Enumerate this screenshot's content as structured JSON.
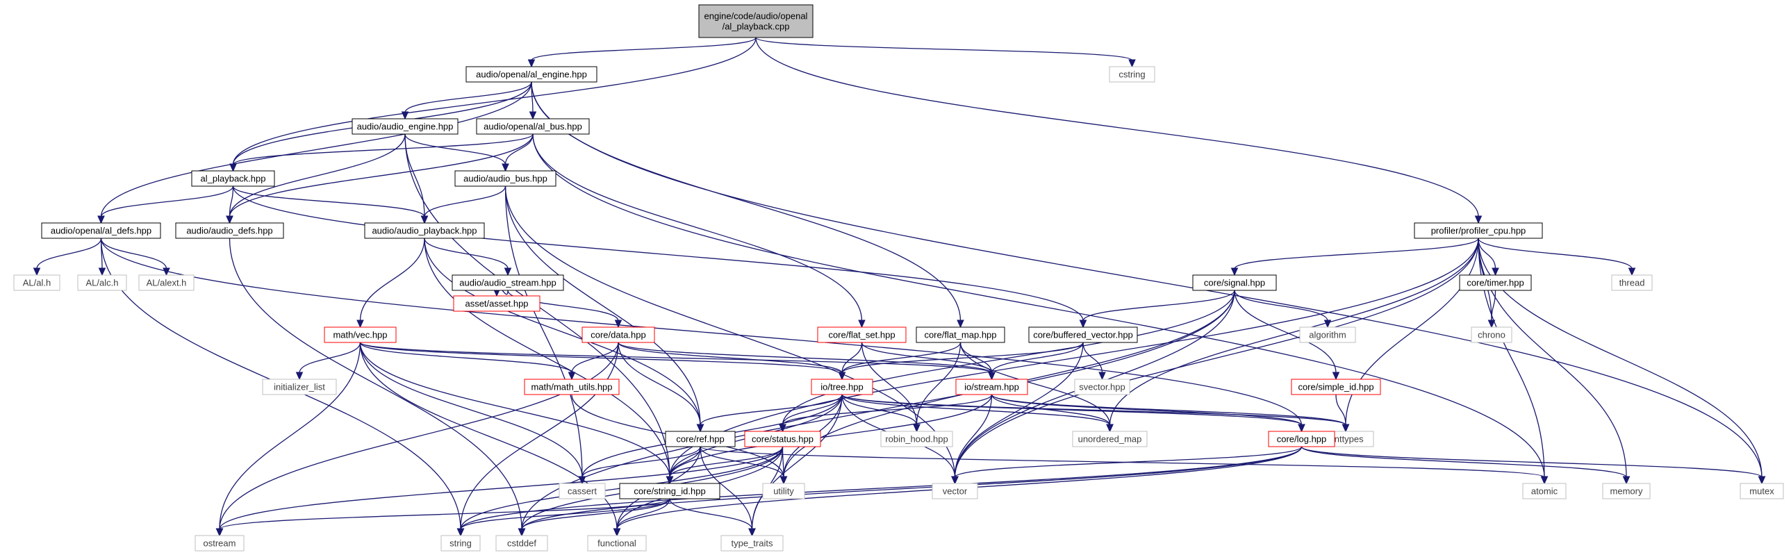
{
  "colors": {
    "edge": "#191970",
    "local_border": "#000000",
    "truncated_border": "#ff0000",
    "external_border": "#bfbfbf",
    "root_fill": "#bfbfbf",
    "background": "#ffffff"
  },
  "nodes": [
    {
      "id": "root",
      "lines": [
        "engine/code/audio/openal",
        "/al_playback.cpp"
      ],
      "kind": "root"
    },
    {
      "id": "al_engine",
      "lines": [
        "audio/openal/al_engine.hpp"
      ],
      "kind": "local"
    },
    {
      "id": "cstring",
      "lines": [
        "cstring"
      ],
      "kind": "ext"
    },
    {
      "id": "audio_engine",
      "lines": [
        "audio/audio_engine.hpp"
      ],
      "kind": "local"
    },
    {
      "id": "al_bus",
      "lines": [
        "audio/openal/al_bus.hpp"
      ],
      "kind": "local"
    },
    {
      "id": "al_playback_hpp",
      "lines": [
        "al_playback.hpp"
      ],
      "kind": "local"
    },
    {
      "id": "audio_bus",
      "lines": [
        "audio/audio_bus.hpp"
      ],
      "kind": "local"
    },
    {
      "id": "al_defs",
      "lines": [
        "audio/openal/al_defs.hpp"
      ],
      "kind": "local"
    },
    {
      "id": "audio_defs",
      "lines": [
        "audio/audio_defs.hpp"
      ],
      "kind": "local"
    },
    {
      "id": "audio_playback",
      "lines": [
        "audio/audio_playback.hpp"
      ],
      "kind": "local"
    },
    {
      "id": "profiler_cpu",
      "lines": [
        "profiler/profiler_cpu.hpp"
      ],
      "kind": "local"
    },
    {
      "id": "al_h",
      "lines": [
        "AL/al.h"
      ],
      "kind": "ext"
    },
    {
      "id": "alc_h",
      "lines": [
        "AL/alc.h"
      ],
      "kind": "ext"
    },
    {
      "id": "alext_h",
      "lines": [
        "AL/alext.h"
      ],
      "kind": "ext"
    },
    {
      "id": "audio_stream",
      "lines": [
        "audio/audio_stream.hpp"
      ],
      "kind": "local"
    },
    {
      "id": "signal",
      "lines": [
        "core/signal.hpp"
      ],
      "kind": "local"
    },
    {
      "id": "timer",
      "lines": [
        "core/timer.hpp"
      ],
      "kind": "local"
    },
    {
      "id": "thread",
      "lines": [
        "thread"
      ],
      "kind": "ext"
    },
    {
      "id": "asset",
      "lines": [
        "asset/asset.hpp"
      ],
      "kind": "trunc"
    },
    {
      "id": "algorithm",
      "lines": [
        "algorithm"
      ],
      "kind": "ext"
    },
    {
      "id": "chrono",
      "lines": [
        "chrono"
      ],
      "kind": "ext"
    },
    {
      "id": "vec",
      "lines": [
        "math/vec.hpp"
      ],
      "kind": "trunc"
    },
    {
      "id": "data",
      "lines": [
        "core/data.hpp"
      ],
      "kind": "trunc"
    },
    {
      "id": "flat_set",
      "lines": [
        "core/flat_set.hpp"
      ],
      "kind": "trunc"
    },
    {
      "id": "flat_map",
      "lines": [
        "core/flat_map.hpp"
      ],
      "kind": "local"
    },
    {
      "id": "buffered_vector",
      "lines": [
        "core/buffered_vector.hpp"
      ],
      "kind": "local"
    },
    {
      "id": "initializer_list",
      "lines": [
        "initializer_list"
      ],
      "kind": "ext"
    },
    {
      "id": "math_utils",
      "lines": [
        "math/math_utils.hpp"
      ],
      "kind": "trunc"
    },
    {
      "id": "io_tree",
      "lines": [
        "io/tree.hpp"
      ],
      "kind": "trunc"
    },
    {
      "id": "io_stream",
      "lines": [
        "io/stream.hpp"
      ],
      "kind": "trunc"
    },
    {
      "id": "svector",
      "lines": [
        "svector.hpp"
      ],
      "kind": "ext"
    },
    {
      "id": "simple_id",
      "lines": [
        "core/simple_id.hpp"
      ],
      "kind": "trunc"
    },
    {
      "id": "robin_hood",
      "lines": [
        "robin_hood.hpp"
      ],
      "kind": "ext"
    },
    {
      "id": "unordered_map",
      "lines": [
        "unordered_map"
      ],
      "kind": "ext"
    },
    {
      "id": "cinttypes",
      "lines": [
        "cinttypes"
      ],
      "kind": "ext"
    },
    {
      "id": "core_ref",
      "lines": [
        "core/ref.hpp"
      ],
      "kind": "local"
    },
    {
      "id": "core_status",
      "lines": [
        "core/status.hpp"
      ],
      "kind": "trunc"
    },
    {
      "id": "core_log",
      "lines": [
        "core/log.hpp"
      ],
      "kind": "trunc"
    },
    {
      "id": "cassert",
      "lines": [
        "cassert"
      ],
      "kind": "ext"
    },
    {
      "id": "string_id",
      "lines": [
        "core/string_id.hpp"
      ],
      "kind": "local"
    },
    {
      "id": "utility",
      "lines": [
        "utility"
      ],
      "kind": "ext"
    },
    {
      "id": "vector",
      "lines": [
        "vector"
      ],
      "kind": "ext"
    },
    {
      "id": "atomic",
      "lines": [
        "atomic"
      ],
      "kind": "ext"
    },
    {
      "id": "memory",
      "lines": [
        "memory"
      ],
      "kind": "ext"
    },
    {
      "id": "mutex",
      "lines": [
        "mutex"
      ],
      "kind": "ext"
    },
    {
      "id": "ostream",
      "lines": [
        "ostream"
      ],
      "kind": "ext"
    },
    {
      "id": "string",
      "lines": [
        "string"
      ],
      "kind": "ext"
    },
    {
      "id": "cstddef",
      "lines": [
        "cstddef"
      ],
      "kind": "ext"
    },
    {
      "id": "functional",
      "lines": [
        "functional"
      ],
      "kind": "ext"
    },
    {
      "id": "type_traits",
      "lines": [
        "type_traits"
      ],
      "kind": "ext"
    }
  ],
  "edges": [
    [
      "root",
      "al_engine"
    ],
    [
      "root",
      "al_playback_hpp"
    ],
    [
      "root",
      "cstring"
    ],
    [
      "root",
      "profiler_cpu"
    ],
    [
      "al_engine",
      "audio_engine"
    ],
    [
      "al_engine",
      "al_bus"
    ],
    [
      "al_engine",
      "al_playback_hpp"
    ],
    [
      "al_engine",
      "al_defs"
    ],
    [
      "al_engine",
      "flat_map"
    ],
    [
      "al_engine",
      "mutex"
    ],
    [
      "al_bus",
      "al_playback_hpp"
    ],
    [
      "al_bus",
      "audio_bus"
    ],
    [
      "al_bus",
      "audio_defs"
    ],
    [
      "al_bus",
      "flat_set"
    ],
    [
      "al_bus",
      "atomic"
    ],
    [
      "audio_engine",
      "audio_bus"
    ],
    [
      "audio_engine",
      "audio_defs"
    ],
    [
      "audio_engine",
      "audio_playback"
    ],
    [
      "audio_engine",
      "string_id"
    ],
    [
      "al_playback_hpp",
      "al_defs"
    ],
    [
      "al_playback_hpp",
      "audio_defs"
    ],
    [
      "al_playback_hpp",
      "audio_playback"
    ],
    [
      "al_playback_hpp",
      "buffered_vector"
    ],
    [
      "audio_bus",
      "audio_playback"
    ],
    [
      "audio_bus",
      "core_ref"
    ],
    [
      "audio_bus",
      "cassert"
    ],
    [
      "audio_bus",
      "vector"
    ],
    [
      "al_defs",
      "al_h"
    ],
    [
      "al_defs",
      "alc_h"
    ],
    [
      "al_defs",
      "alext_h"
    ],
    [
      "al_defs",
      "core_log"
    ],
    [
      "al_defs",
      "string"
    ],
    [
      "audio_defs",
      "cstddef"
    ],
    [
      "audio_playback",
      "audio_stream"
    ],
    [
      "audio_playback",
      "vec"
    ],
    [
      "audio_playback",
      "core_ref"
    ],
    [
      "audio_playback",
      "string_id"
    ],
    [
      "audio_stream",
      "asset"
    ],
    [
      "audio_stream",
      "data"
    ],
    [
      "profiler_cpu",
      "signal"
    ],
    [
      "profiler_cpu",
      "timer"
    ],
    [
      "profiler_cpu",
      "thread"
    ],
    [
      "profiler_cpu",
      "chrono"
    ],
    [
      "profiler_cpu",
      "string_id"
    ],
    [
      "profiler_cpu",
      "unordered_map"
    ],
    [
      "profiler_cpu",
      "cinttypes"
    ],
    [
      "profiler_cpu",
      "vector"
    ],
    [
      "profiler_cpu",
      "atomic"
    ],
    [
      "profiler_cpu",
      "memory"
    ],
    [
      "profiler_cpu",
      "mutex"
    ],
    [
      "timer",
      "chrono"
    ],
    [
      "signal",
      "algorithm"
    ],
    [
      "signal",
      "buffered_vector"
    ],
    [
      "signal",
      "simple_id"
    ],
    [
      "signal",
      "core_status"
    ],
    [
      "signal",
      "utility"
    ],
    [
      "signal",
      "vector"
    ],
    [
      "signal",
      "cstddef"
    ],
    [
      "vec",
      "initializer_list"
    ],
    [
      "vec",
      "math_utils"
    ],
    [
      "vec",
      "io_tree"
    ],
    [
      "vec",
      "io_stream"
    ],
    [
      "vec",
      "ostream"
    ],
    [
      "vec",
      "cassert"
    ],
    [
      "vec",
      "functional"
    ],
    [
      "vec",
      "string_id"
    ],
    [
      "data",
      "math_utils"
    ],
    [
      "data",
      "core_ref"
    ],
    [
      "data",
      "io_tree"
    ],
    [
      "data",
      "io_stream"
    ],
    [
      "data",
      "ostream"
    ],
    [
      "data",
      "string"
    ],
    [
      "flat_set",
      "io_tree"
    ],
    [
      "flat_set",
      "io_stream"
    ],
    [
      "flat_set",
      "robin_hood"
    ],
    [
      "flat_map",
      "io_tree"
    ],
    [
      "flat_map",
      "io_stream"
    ],
    [
      "flat_map",
      "robin_hood"
    ],
    [
      "flat_map",
      "unordered_map"
    ],
    [
      "buffered_vector",
      "io_tree"
    ],
    [
      "buffered_vector",
      "io_stream"
    ],
    [
      "buffered_vector",
      "svector"
    ],
    [
      "buffered_vector",
      "vector"
    ],
    [
      "math_utils",
      "utility"
    ],
    [
      "io_tree",
      "core_ref"
    ],
    [
      "io_tree",
      "core_status"
    ],
    [
      "io_tree",
      "core_log"
    ],
    [
      "io_tree",
      "robin_hood"
    ],
    [
      "io_tree",
      "unordered_map"
    ],
    [
      "io_tree",
      "string_id"
    ],
    [
      "io_tree",
      "cassert"
    ],
    [
      "io_tree",
      "utility"
    ],
    [
      "io_tree",
      "vector"
    ],
    [
      "io_tree",
      "type_traits"
    ],
    [
      "io_tree",
      "cinttypes"
    ],
    [
      "io_stream",
      "core_status"
    ],
    [
      "io_stream",
      "core_log"
    ],
    [
      "io_stream",
      "unordered_map"
    ],
    [
      "io_stream",
      "cinttypes"
    ],
    [
      "io_stream",
      "vector"
    ],
    [
      "io_stream",
      "string_id"
    ],
    [
      "simple_id",
      "cinttypes"
    ],
    [
      "core_ref",
      "cassert"
    ],
    [
      "core_ref",
      "string_id"
    ],
    [
      "core_ref",
      "utility"
    ],
    [
      "core_ref",
      "atomic"
    ],
    [
      "core_ref",
      "functional"
    ],
    [
      "core_ref",
      "type_traits"
    ],
    [
      "core_status",
      "string_id"
    ],
    [
      "core_status",
      "utility"
    ],
    [
      "core_status",
      "ostream"
    ],
    [
      "core_status",
      "string"
    ],
    [
      "core_status",
      "cstddef"
    ],
    [
      "core_status",
      "functional"
    ],
    [
      "core_status",
      "type_traits"
    ],
    [
      "core_log",
      "vector"
    ],
    [
      "core_log",
      "memory"
    ],
    [
      "core_log",
      "mutex"
    ],
    [
      "core_log",
      "cstddef"
    ],
    [
      "core_log",
      "functional"
    ],
    [
      "core_log",
      "string"
    ],
    [
      "string_id",
      "ostream"
    ],
    [
      "string_id",
      "string"
    ],
    [
      "string_id",
      "cstddef"
    ],
    [
      "string_id",
      "functional"
    ],
    [
      "string_id",
      "type_traits"
    ]
  ]
}
